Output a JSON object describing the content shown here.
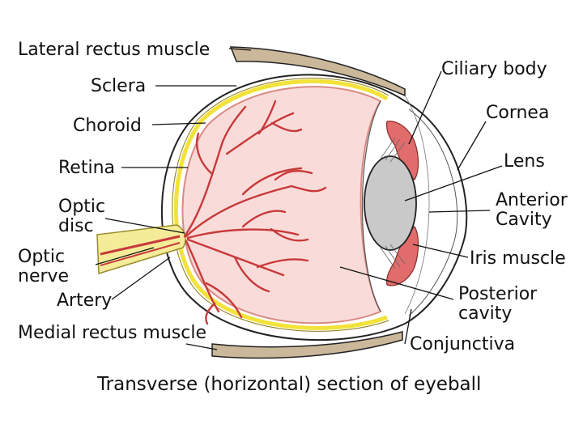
{
  "labels": {
    "lateral_rectus": "Lateral rectus muscle",
    "sclera": "Sclera",
    "choroid": "Choroid",
    "retina": "Retina",
    "optic_disc_line1": "Optic",
    "optic_disc_line2": "disc",
    "optic_nerve_line1": "Optic",
    "optic_nerve_line2": "nerve",
    "artery": "Artery",
    "medial_rectus": "Medial rectus muscle",
    "ciliary_body": "Ciliary body",
    "cornea": "Cornea",
    "lens": "Lens",
    "anterior_cavity_line1": "Anterior",
    "anterior_cavity_line2": "Cavity",
    "iris_muscle": "Iris muscle",
    "posterior_cavity_line1": "Posterior",
    "posterior_cavity_line2": "cavity",
    "conjunctiva": "Conjunctiva"
  },
  "caption": "Transverse (horizontal) section of eyeball",
  "colors": {
    "vitreous": "#f9dcd9",
    "retina_line": "#d98a84",
    "choroid_band": "#f2e23a",
    "vessel": "#c8393a",
    "nerve": "#f5ec9a",
    "nerve_outline": "#9a8c2a",
    "lens": "#c9c9c9",
    "ciliary": "#e06c6c",
    "muscle": "#cbb89a",
    "outline": "#222222"
  }
}
